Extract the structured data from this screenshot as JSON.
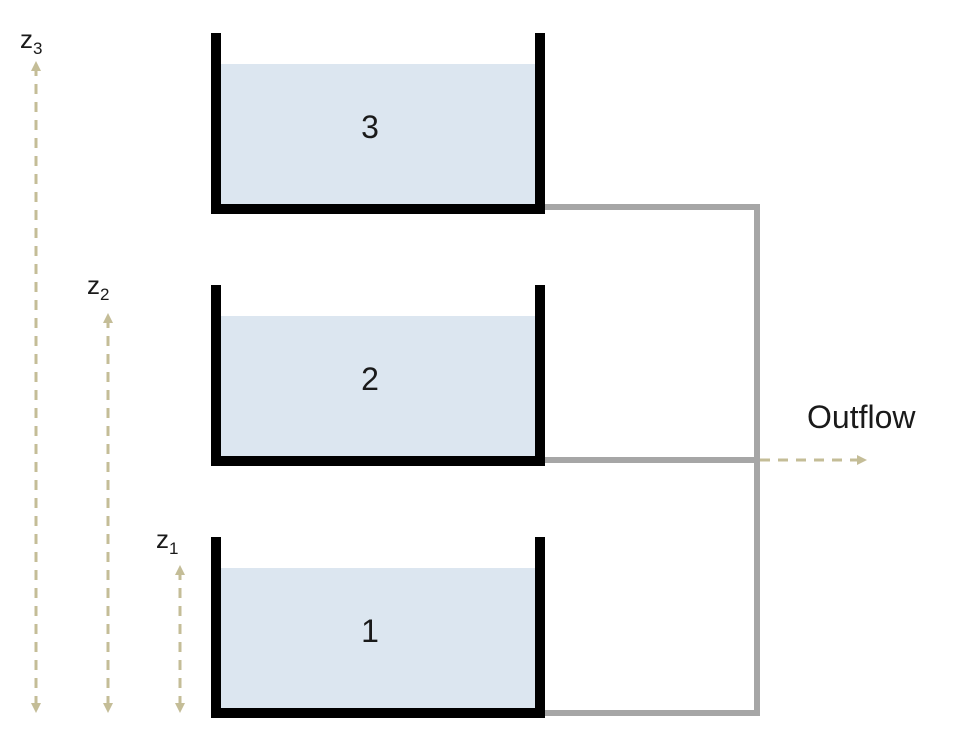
{
  "diagram": {
    "tanks": [
      {
        "label": "3"
      },
      {
        "label": "2"
      },
      {
        "label": "1"
      }
    ],
    "heights": [
      {
        "base": "z",
        "sub": "3"
      },
      {
        "base": "z",
        "sub": "2"
      },
      {
        "base": "z",
        "sub": "1"
      }
    ],
    "outflow_label": "Outflow"
  },
  "colors": {
    "water": "#dce6f0",
    "tank_wall": "#000000",
    "pipe": "#a6a6a6",
    "arrow": "#c4bd97",
    "text": "#1a1a1a"
  }
}
